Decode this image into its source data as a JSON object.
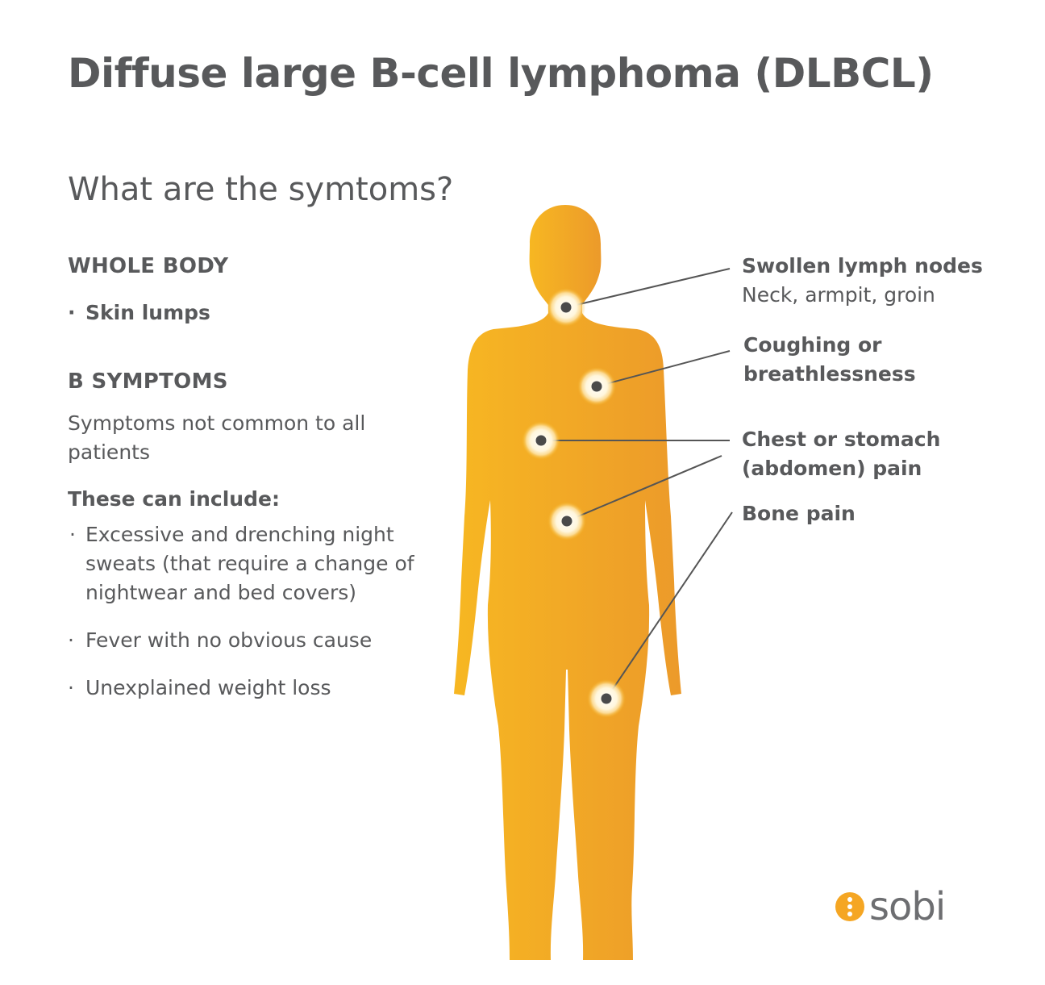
{
  "title": "Diffuse large B-cell lymphoma (DLBCL)",
  "subtitle": "What are the symtoms?",
  "whole_body": {
    "heading": "WHOLE BODY",
    "bullet": "·",
    "items": [
      "Skin lumps"
    ]
  },
  "b_symptoms": {
    "heading": "B SYMPTOMS",
    "description": "Symptoms not common to all patients",
    "include_label": "These can include:",
    "bullet": "·",
    "items": [
      "Excessive and drenching night sweats (that require a change of nightwear and bed covers)",
      "Fever with no obvious cause",
      "Unexplained weight loss"
    ]
  },
  "callouts": [
    {
      "title": "Swollen lymph nodes",
      "detail": "Neck, armpit, groin"
    },
    {
      "title": "Coughing or breathlessness",
      "detail": ""
    },
    {
      "title": "Chest or stomach (abdomen) pain",
      "detail": ""
    },
    {
      "title": "Bone pain",
      "detail": ""
    }
  ],
  "logo": {
    "text": "sobi"
  },
  "colors": {
    "text": "#58595b",
    "body_gradient_start": "#f7b722",
    "body_gradient_end": "#ec9a2a",
    "marker_glow": "#ffe9b3",
    "marker_dot": "#4a4a4a",
    "logo_orange": "#f5a623"
  }
}
